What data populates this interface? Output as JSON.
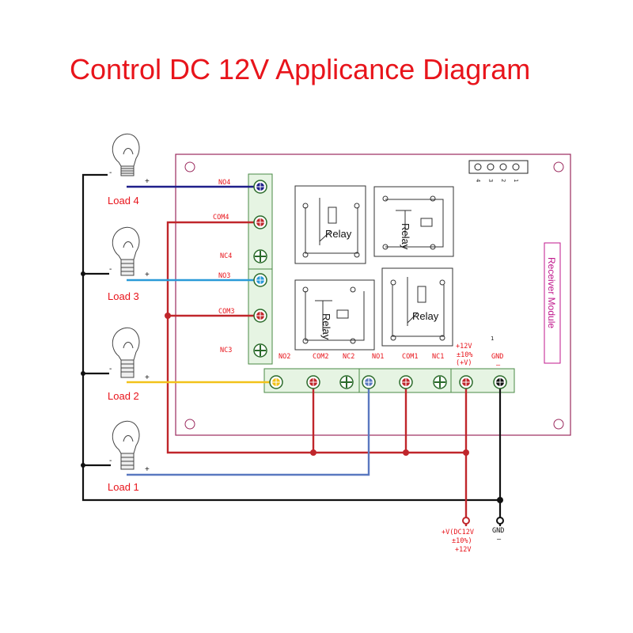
{
  "title": "Control DC 12V Applicance Diagram",
  "module_label": "Receiver Module",
  "relay_label": "Relay",
  "header_pins": [
    "4",
    "3",
    "2",
    "1"
  ],
  "terminals_left": [
    "NO4",
    "COM4",
    "NC4",
    "NO3",
    "COM3",
    "NC3"
  ],
  "terminals_bottom": [
    "NO2",
    "COM2",
    "NC2",
    "NO1",
    "COM1",
    "NC1"
  ],
  "power_terminal": {
    "line1": "+12V",
    "line2": "±10%",
    "line3": "(+V)"
  },
  "gnd_terminal": "GND",
  "loads": [
    "Load 4",
    "Load 3",
    "Load 2",
    "Load 1"
  ],
  "polarity": {
    "minus": "-",
    "plus": "+"
  },
  "mark": "1",
  "supply_plus": {
    "line1": "+V(DC12V",
    "line2": "±10%)",
    "line3": "+12V"
  },
  "supply_gnd": "GND",
  "colors": {
    "title": "#e8141b",
    "wire_red": "#c0262b",
    "wire_blue_dark": "#1f1f8a",
    "wire_cyan": "#2a9ad8",
    "wire_yellow": "#f2c21a",
    "wire_blue": "#5a78c0",
    "wire_black": "#111111",
    "terminal_green": "#e6f4e3",
    "module_pink": "#b81c7a"
  }
}
